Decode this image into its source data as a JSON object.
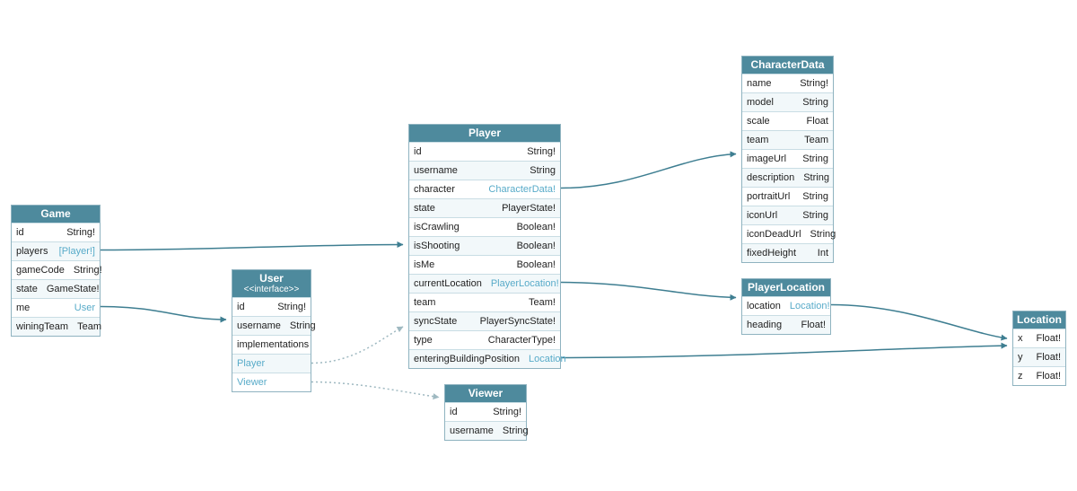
{
  "colors": {
    "header_bg": "#4e8a9d",
    "header_text": "#ffffff",
    "link": "#58abc9",
    "text": "#222222",
    "arrow": "#3e7e91",
    "arrow_dotted": "#9fb9c1",
    "table_border": "#8fb3c0",
    "row_border": "#c9dde4",
    "row_alt": "#f2f8fa",
    "canvas_bg": "#ffffff"
  },
  "diagram": {
    "tables": [
      {
        "id": "game",
        "title": "Game",
        "rows": [
          {
            "field": "id",
            "type": "String!"
          },
          {
            "field": "players",
            "type": "[Player!]",
            "link": true
          },
          {
            "field": "gameCode",
            "type": "String!"
          },
          {
            "field": "state",
            "type": "GameState!"
          },
          {
            "field": "me",
            "type": "User",
            "link": true
          },
          {
            "field": "winingTeam",
            "type": "Team"
          }
        ]
      },
      {
        "id": "user",
        "title": "User",
        "subtitle": "<<interface>>",
        "rows": [
          {
            "field": "id",
            "type": "String!"
          },
          {
            "field": "username",
            "type": "String"
          },
          {
            "field": "implementations",
            "type": ""
          },
          {
            "field": "Player",
            "type": "",
            "link_field": true
          },
          {
            "field": "Viewer",
            "type": "",
            "link_field": true
          }
        ]
      },
      {
        "id": "player",
        "title": "Player",
        "rows": [
          {
            "field": "id",
            "type": "String!"
          },
          {
            "field": "username",
            "type": "String"
          },
          {
            "field": "character",
            "type": "CharacterData!",
            "link": true
          },
          {
            "field": "state",
            "type": "PlayerState!"
          },
          {
            "field": "isCrawling",
            "type": "Boolean!"
          },
          {
            "field": "isShooting",
            "type": "Boolean!"
          },
          {
            "field": "isMe",
            "type": "Boolean!"
          },
          {
            "field": "currentLocation",
            "type": "PlayerLocation!",
            "link": true
          },
          {
            "field": "team",
            "type": "Team!"
          },
          {
            "field": "syncState",
            "type": "PlayerSyncState!"
          },
          {
            "field": "type",
            "type": "CharacterType!"
          },
          {
            "field": "enteringBuildingPosition",
            "type": "Location",
            "link": true
          }
        ]
      },
      {
        "id": "viewer",
        "title": "Viewer",
        "rows": [
          {
            "field": "id",
            "type": "String!"
          },
          {
            "field": "username",
            "type": "String"
          }
        ]
      },
      {
        "id": "characterdata",
        "title": "CharacterData",
        "rows": [
          {
            "field": "name",
            "type": "String!"
          },
          {
            "field": "model",
            "type": "String"
          },
          {
            "field": "scale",
            "type": "Float"
          },
          {
            "field": "team",
            "type": "Team"
          },
          {
            "field": "imageUrl",
            "type": "String"
          },
          {
            "field": "description",
            "type": "String"
          },
          {
            "field": "portraitUrl",
            "type": "String"
          },
          {
            "field": "iconUrl",
            "type": "String"
          },
          {
            "field": "iconDeadUrl",
            "type": "String"
          },
          {
            "field": "fixedHeight",
            "type": "Int"
          }
        ]
      },
      {
        "id": "playerlocation",
        "title": "PlayerLocation",
        "rows": [
          {
            "field": "location",
            "type": "Location!",
            "link": true
          },
          {
            "field": "heading",
            "type": "Float!"
          }
        ]
      },
      {
        "id": "location",
        "title": "Location",
        "rows": [
          {
            "field": "x",
            "type": "Float!"
          },
          {
            "field": "y",
            "type": "Float!"
          },
          {
            "field": "z",
            "type": "Float!"
          }
        ]
      }
    ],
    "connections": [
      {
        "from": "Game.players",
        "to": "Player",
        "style": "solid"
      },
      {
        "from": "Game.me",
        "to": "User",
        "style": "solid"
      },
      {
        "from": "Player.character",
        "to": "CharacterData",
        "style": "solid"
      },
      {
        "from": "Player.currentLocation",
        "to": "PlayerLocation",
        "style": "solid"
      },
      {
        "from": "Player.enteringBuildingPosition",
        "to": "Location",
        "style": "solid"
      },
      {
        "from": "PlayerLocation.location",
        "to": "Location",
        "style": "solid"
      },
      {
        "from": "User.Player",
        "to": "Player",
        "style": "dotted"
      },
      {
        "from": "User.Viewer",
        "to": "Viewer",
        "style": "dotted"
      }
    ]
  }
}
